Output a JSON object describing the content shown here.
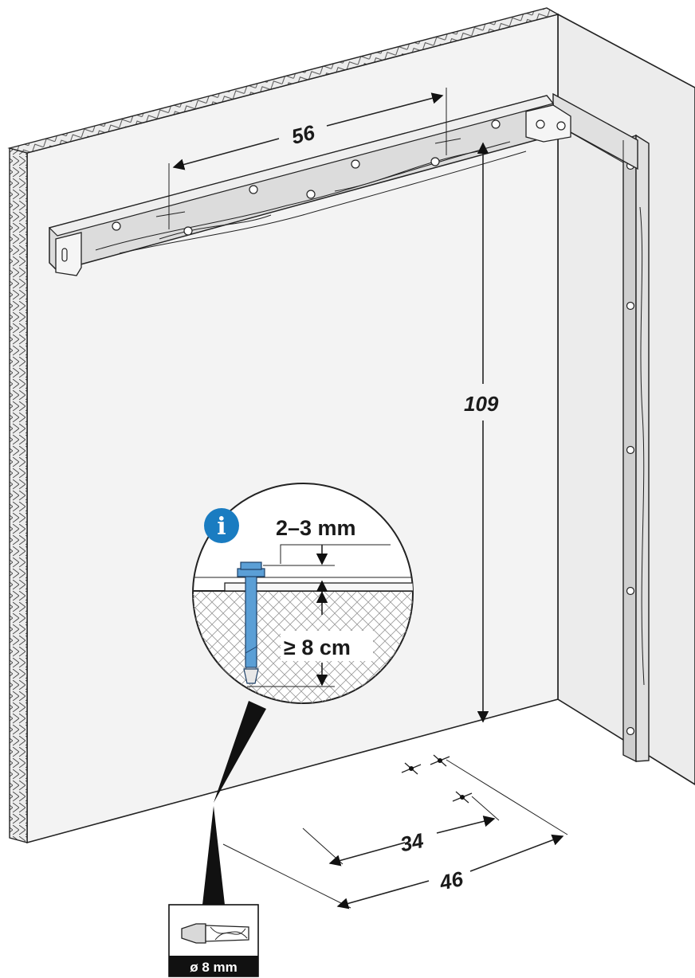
{
  "dimensions": {
    "rail_hole_spacing": "56",
    "rail_height": "109",
    "floor_inner_spacing": "34",
    "floor_outer_spacing": "46"
  },
  "detail_callout": {
    "icon": "info-icon",
    "info_glyph": "i",
    "anchor_projection": "2–3 mm",
    "min_drill_depth": "≥ 8 cm"
  },
  "drill_bit": {
    "icon": "drill-bit-icon",
    "diameter_label": "ø 8 mm"
  },
  "colors": {
    "info_blue": "#1a7cc1",
    "anchor_blue": "#5b9fd6",
    "wall": "#f2f2f2",
    "wall_side": "#e6e6e6",
    "wood": "#d9d9d9",
    "line": "#222222"
  }
}
